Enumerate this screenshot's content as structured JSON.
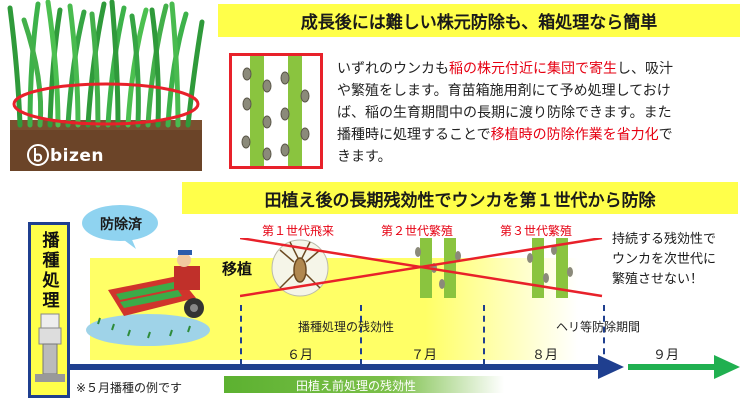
{
  "headline_top": "成長後には難しい株元防除も、箱処理なら簡単",
  "logo_text": "bizen",
  "description": {
    "line1_a": "いずれのウンカも",
    "line1_b": "稲の株元付近に集団で寄生",
    "line1_c": "し、吸汁",
    "line2": "や繁殖をします。育苗箱施用剤にて予め処理しておけ",
    "line3": "ば、稲の生育期間中の長期に渡り防除できます。また",
    "line4_a": "播種時に処理することで",
    "line4_b": "移植時の防除作業を省力化",
    "line4_c": "で",
    "line5": "きます。"
  },
  "headline_mid": "田植え後の長期残効性でウンカを第１世代から防除",
  "vertical_label": "播種処理",
  "bubble_label": "防除済",
  "transplant_label": "移植",
  "generations": [
    "第１世代飛来",
    "第２世代繁殖",
    "第３世代繁殖"
  ],
  "persist_note": {
    "line1": "持続する残効性で",
    "line2": "ウンカを次世代に",
    "line3": "繁殖させない！"
  },
  "residual_label": "播種処理の残効性",
  "heli_label": "ヘリ等防除期間",
  "months": [
    "６月",
    "７月",
    "８月",
    "９月"
  ],
  "example_note": "※５月播種の例です",
  "pre_treatment_label": "田植え前処理の残効性",
  "colors": {
    "headline_bg": "#ffff4a",
    "accent_red": "#e60012",
    "timeline_blue": "#1f3f8f",
    "timeline_green": "#20b050"
  }
}
